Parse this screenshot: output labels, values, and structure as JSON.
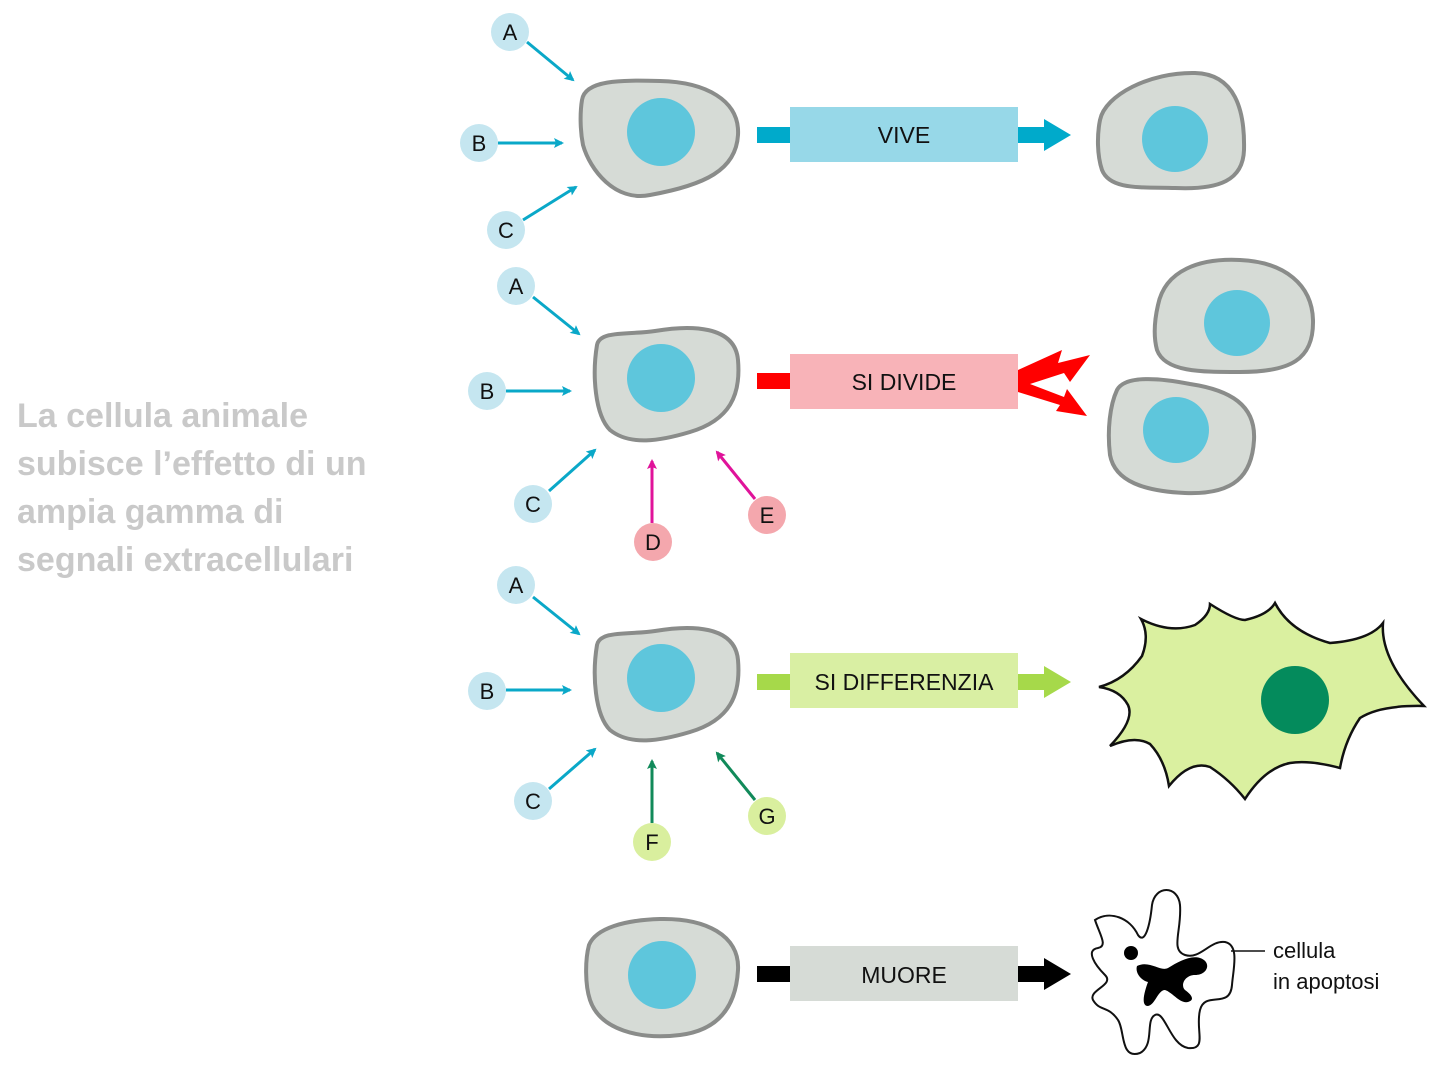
{
  "caption": {
    "lines": [
      "La cellula animale",
      "subisce l’effetto di un",
      "ampia gamma di",
      "segnali extracellulari"
    ]
  },
  "colors": {
    "cell_fill": "#d6dbd6",
    "cell_stroke": "#8a8c8a",
    "nucleus": "#5ec6dc",
    "signal_blue_circle": "#c5e6f0",
    "signal_blue_arrow": "#0aa8c8",
    "signal_pink_circle": "#f4a7ad",
    "signal_pink_arrow": "#e0139a",
    "signal_green_circle": "#d9ef9e",
    "signal_green_arrow": "#118a5a",
    "vive_box": "#97d8e8",
    "vive_arrow": "#00aacb",
    "divide_box": "#f8b3b8",
    "divide_arrow": "#ff0000",
    "diff_box": "#d9efa3",
    "diff_arrow": "#a6d94a",
    "diff_cell": "#daf0a0",
    "diff_nucleus": "#048b5c",
    "muore_box": "#d6dbd6",
    "muore_arrow": "#000000"
  },
  "rows": [
    {
      "outcome": "VIVE",
      "signals": [
        "A",
        "B",
        "C"
      ]
    },
    {
      "outcome": "SI DIVIDE",
      "signals": [
        "A",
        "B",
        "C",
        "D",
        "E"
      ]
    },
    {
      "outcome": "SI DIFFERENZIA",
      "signals": [
        "A",
        "B",
        "C",
        "F",
        "G"
      ]
    },
    {
      "outcome": "MUORE",
      "signals": []
    }
  ],
  "apoptosis_label": {
    "line1": "cellula",
    "line2": "in apoptosi"
  }
}
